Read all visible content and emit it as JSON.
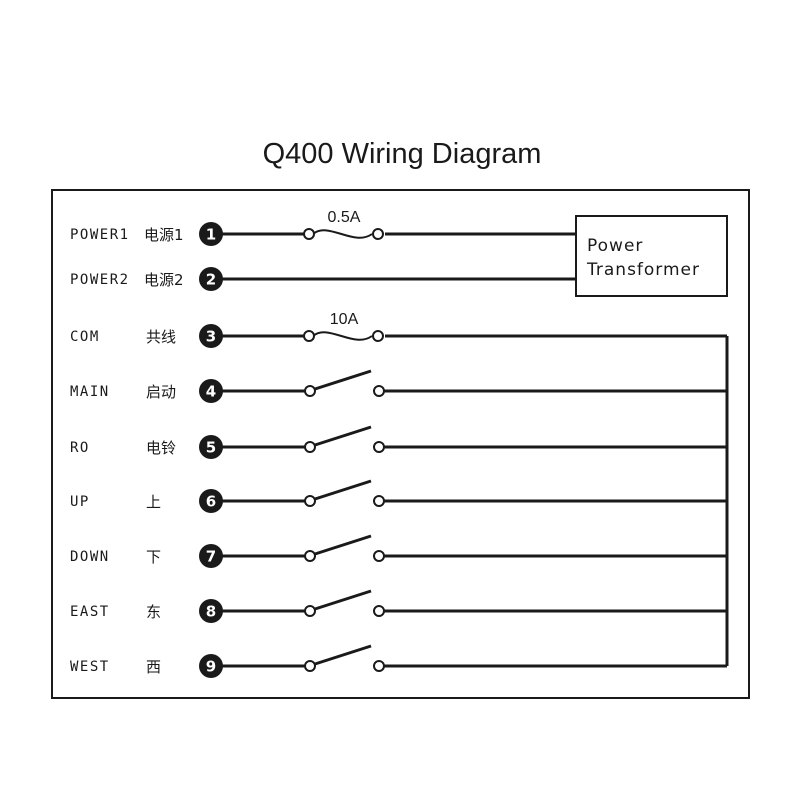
{
  "title": "Q400 Wiring Diagram",
  "power_transformer": {
    "line1": "Power",
    "line2": "Transformer"
  },
  "fuses": [
    {
      "label": "0.5A",
      "terminal": "1"
    },
    {
      "label": "10A",
      "terminal": "3"
    }
  ],
  "terminals": [
    {
      "num": "1",
      "code": "POWER1",
      "cn": "电源1",
      "type": "fuse"
    },
    {
      "num": "2",
      "code": "POWER2",
      "cn": "电源2",
      "type": "direct"
    },
    {
      "num": "3",
      "code": "COM",
      "cn": "共线",
      "type": "fuse"
    },
    {
      "num": "4",
      "code": "MAIN",
      "cn": "启动",
      "type": "switch"
    },
    {
      "num": "5",
      "code": "RO",
      "cn": "电铃",
      "type": "switch"
    },
    {
      "num": "6",
      "code": "UP",
      "cn": "上",
      "type": "switch"
    },
    {
      "num": "7",
      "code": "DOWN",
      "cn": "下",
      "type": "switch"
    },
    {
      "num": "8",
      "code": "EAST",
      "cn": "东",
      "type": "switch"
    },
    {
      "num": "9",
      "code": "WEST",
      "cn": "西",
      "type": "switch"
    }
  ]
}
